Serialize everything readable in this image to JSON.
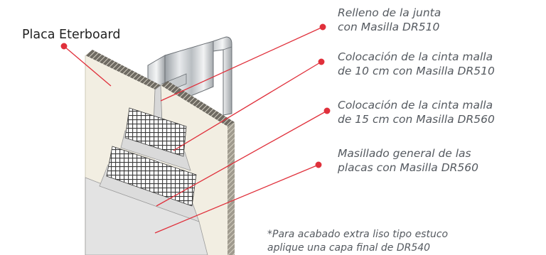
{
  "title_label": "Placa Eterboard",
  "callouts": [
    {
      "line1": "Relleno de la junta",
      "line2": "con Masilla DR510"
    },
    {
      "line1": "Colocación de la cinta malla",
      "line2": "de 10 cm con Masilla DR510"
    },
    {
      "line1": "Colocación de la cinta malla",
      "line2": "de 15 cm con Masilla DR560"
    },
    {
      "line1": "Masillado general de las",
      "line2": "placas con Masilla DR560"
    }
  ],
  "note": {
    "line1": "*Para acabado extra liso tipo estuco",
    "line2": "aplique una capa final de DR540"
  },
  "colors": {
    "leader": "#e0303b",
    "label_text": "#555a60",
    "board_face": "#f2eee2",
    "compound": "#e2e2e2"
  }
}
